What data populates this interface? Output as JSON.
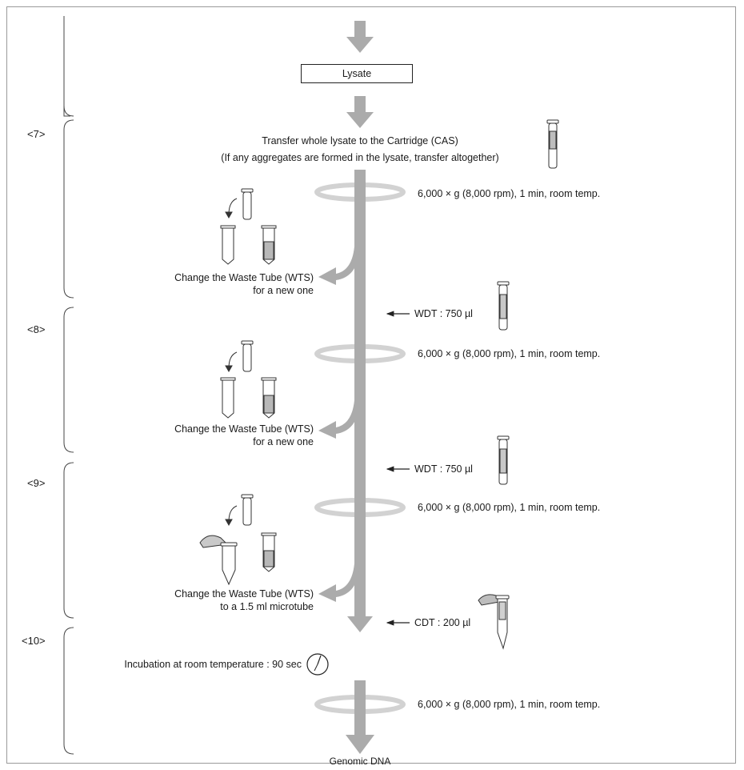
{
  "steps": [
    "<7>",
    "<8>",
    "<9>",
    "<10>"
  ],
  "lysate_label": "Lysate",
  "transfer_line1": "Transfer whole lysate to the Cartridge (CAS)",
  "transfer_line2": "(If any aggregates are formed in the lysate, transfer altogether)",
  "centrifuge_1": "6,000 × g (8,000 rpm), 1 min, room temp.",
  "centrifuge_2": "6,000 × g (8,000 rpm), 1 min, room temp.",
  "centrifuge_3": "6,000 × g (8,000 rpm), 1 min, room temp.",
  "centrifuge_4": "6,000 × g (8,000 rpm), 1 min, room temp.",
  "change_wts_1_line1": "Change the Waste Tube (WTS)",
  "change_wts_1_line2": "for a new one",
  "change_wts_2_line1": "Change the Waste Tube (WTS)",
  "change_wts_2_line2": "for a new one",
  "change_wts_3_line1": "Change the Waste Tube (WTS)",
  "change_wts_3_line2": "to a 1.5 ml microtube",
  "wdt_1": "WDT : 750 µl",
  "wdt_2": "WDT : 750 µl",
  "cdt": "CDT : 200 µl",
  "incubation": "Incubation at room temperature : 90 sec",
  "result": "Genomic DNA",
  "colors": {
    "flow_arrow": "#ababab",
    "ring": "#d2d2d2",
    "text": "#1a1a1a"
  }
}
